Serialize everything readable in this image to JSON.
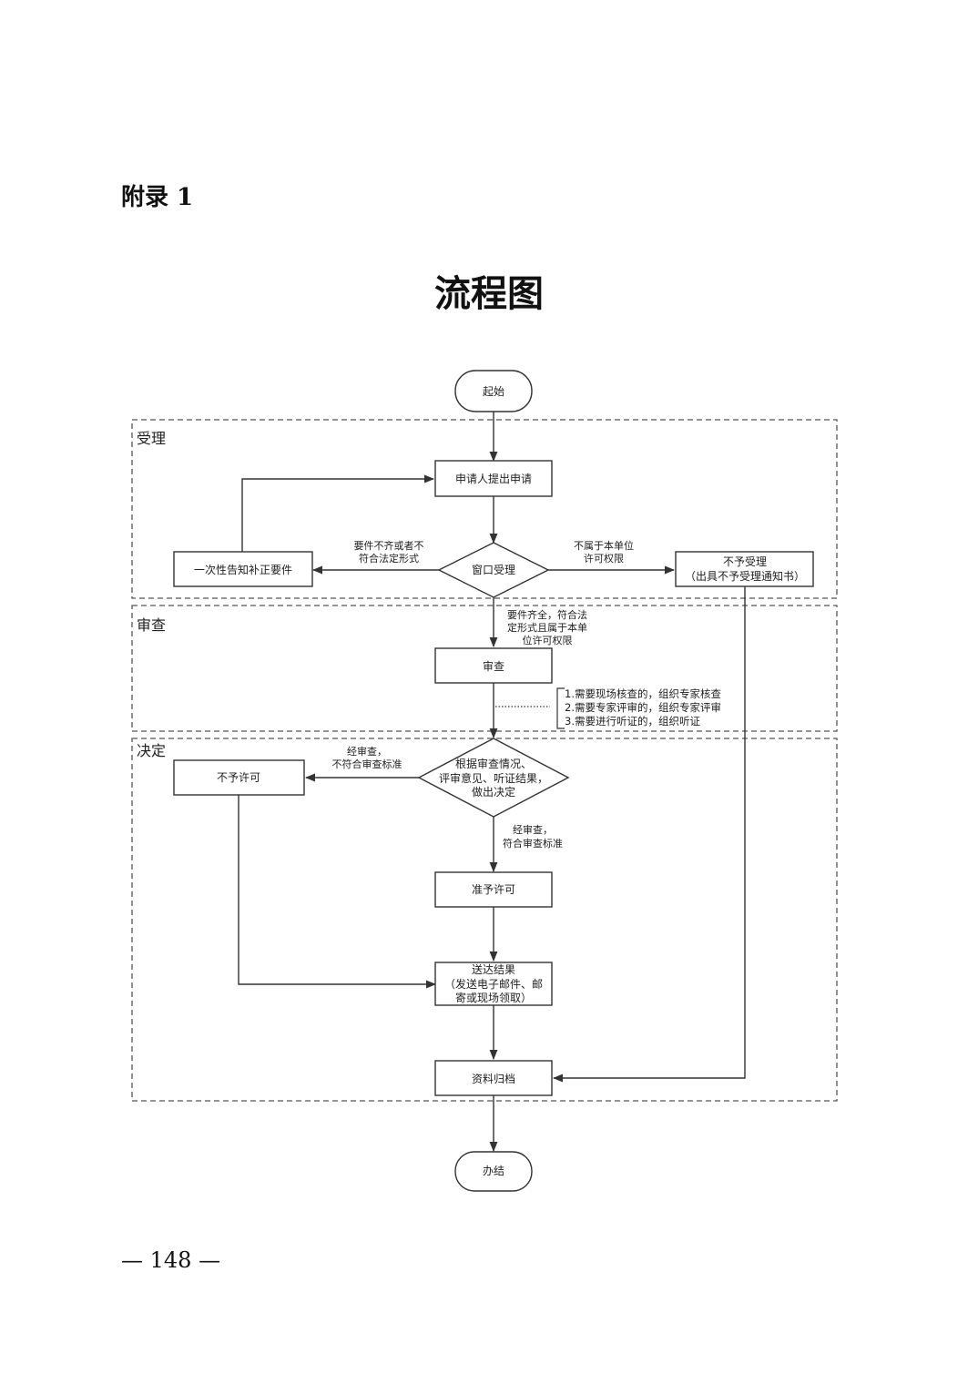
{
  "header": {
    "appendix_label": "附录 1"
  },
  "title": "流程图",
  "footer": {
    "page_number": "— 148 —"
  },
  "diagram": {
    "sections": {
      "accept": "受理",
      "review": "审查",
      "decide": "决定"
    },
    "nodes": {
      "start": "起始",
      "apply": "申请人提出申请",
      "window": "窗口受理",
      "inform": "一次性告知补正要件",
      "reject_accept_line1": "不予受理",
      "reject_accept_line2": "（出具不予受理通知书）",
      "review": "审查",
      "decision_line1": "根据审查情况、",
      "decision_line2": "评审意见、听证结果，",
      "decision_line3": "做出决定",
      "deny": "不予许可",
      "grant": "准予许可",
      "deliver_line1": "送达结果",
      "deliver_line2": "（发送电子邮件、邮",
      "deliver_line3": "寄或现场领取）",
      "archive": "资料归档",
      "end": "办结"
    },
    "edge_labels": {
      "incomplete_line1": "要件不齐或者不",
      "incomplete_line2": "符合法定形式",
      "outside_line1": "不属于本单位",
      "outside_line2": "许可权限",
      "complete_line1": "要件齐全，符合法",
      "complete_line2": "定形式且属于本单",
      "complete_line3": "位许可权限",
      "fail_line1": "经审查，",
      "fail_line2": "不符合审查标准",
      "pass_line1": "经审查，",
      "pass_line2": "符合审查标准"
    },
    "annotation": {
      "line1": "1.需要现场核查的，组织专家核查",
      "line2": "2.需要专家评审的，组织专家评审",
      "line3": "3.需要进行听证的，组织听证"
    }
  }
}
